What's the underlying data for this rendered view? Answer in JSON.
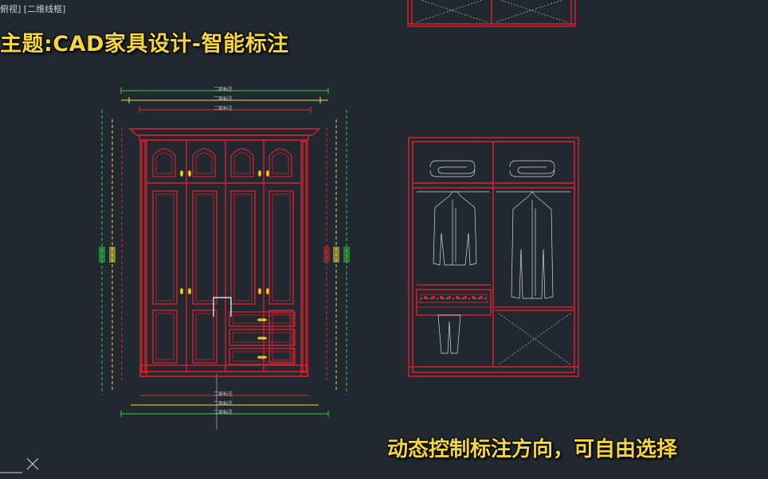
{
  "viewport": {
    "view_label_prefix": "俯视]",
    "view_label_style": "[二维线框]",
    "title": "主题:CAD家具设计-智能标注",
    "subtitle": "动态控制标注方向，可自由选择",
    "dimension_label": "二层标注"
  },
  "colors": {
    "background": "#212830",
    "outline_red": "#d8202a",
    "dim_green": "#2fcf3a",
    "dim_yellow": "#e6e23a",
    "dim_red": "#e02a2a",
    "title_yellow": "#f5d63c"
  }
}
